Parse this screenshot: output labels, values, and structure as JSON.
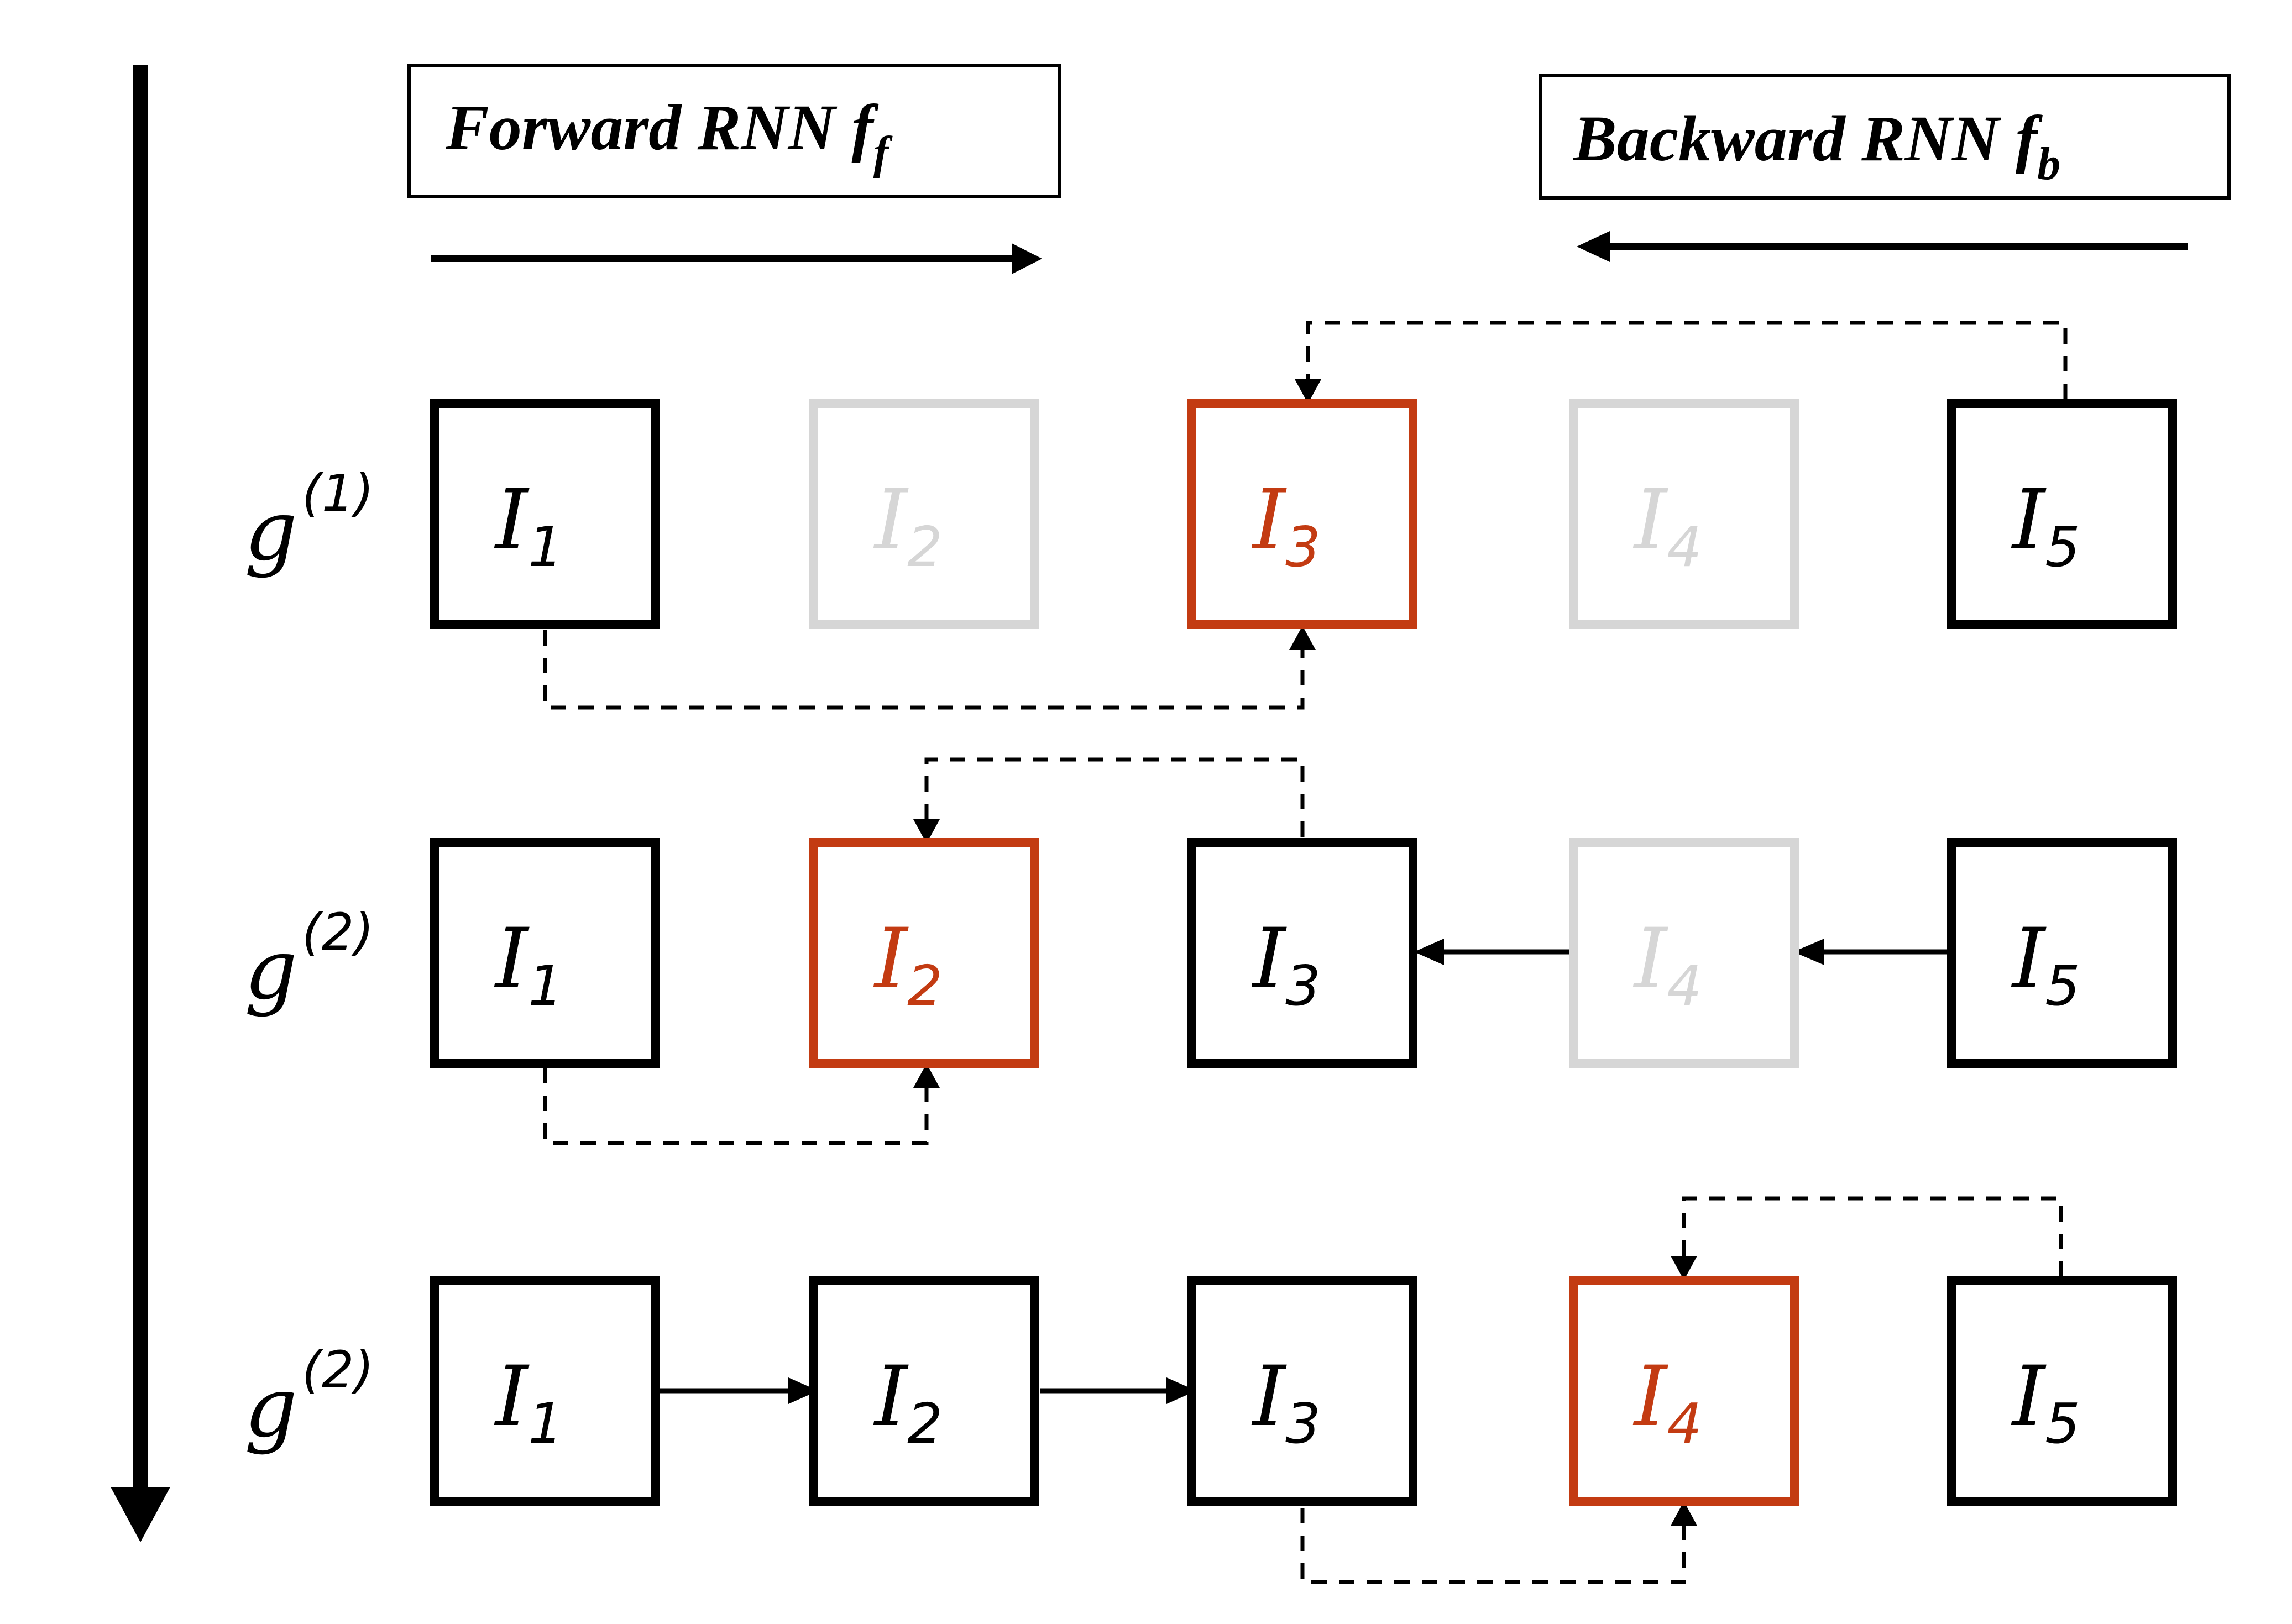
{
  "legend": {
    "forward": {
      "text": "Forward RNN f",
      "subscript": "f"
    },
    "backward": {
      "text": "Backward RNN f",
      "subscript": "b"
    }
  },
  "colors": {
    "active": "#000000",
    "highlight": "#c33b12",
    "inactive": "#d6d6d6"
  },
  "rows": [
    {
      "label": {
        "base": "g",
        "sup": "(1)"
      },
      "nodes": [
        {
          "base": "I",
          "sub": "1",
          "state": "active"
        },
        {
          "base": "I",
          "sub": "2",
          "state": "inactive"
        },
        {
          "base": "I",
          "sub": "3",
          "state": "highlight"
        },
        {
          "base": "I",
          "sub": "4",
          "state": "inactive"
        },
        {
          "base": "I",
          "sub": "5",
          "state": "active"
        }
      ]
    },
    {
      "label": {
        "base": "g",
        "sup": "(2)"
      },
      "nodes": [
        {
          "base": "I",
          "sub": "1",
          "state": "active"
        },
        {
          "base": "I",
          "sub": "2",
          "state": "highlight"
        },
        {
          "base": "I",
          "sub": "3",
          "state": "active"
        },
        {
          "base": "I",
          "sub": "4",
          "state": "inactive"
        },
        {
          "base": "I",
          "sub": "5",
          "state": "active"
        }
      ]
    },
    {
      "label": {
        "base": "g",
        "sup": "(2)"
      },
      "nodes": [
        {
          "base": "I",
          "sub": "1",
          "state": "active"
        },
        {
          "base": "I",
          "sub": "2",
          "state": "active"
        },
        {
          "base": "I",
          "sub": "3",
          "state": "active"
        },
        {
          "base": "I",
          "sub": "4",
          "state": "highlight"
        },
        {
          "base": "I",
          "sub": "5",
          "state": "active"
        }
      ]
    }
  ]
}
